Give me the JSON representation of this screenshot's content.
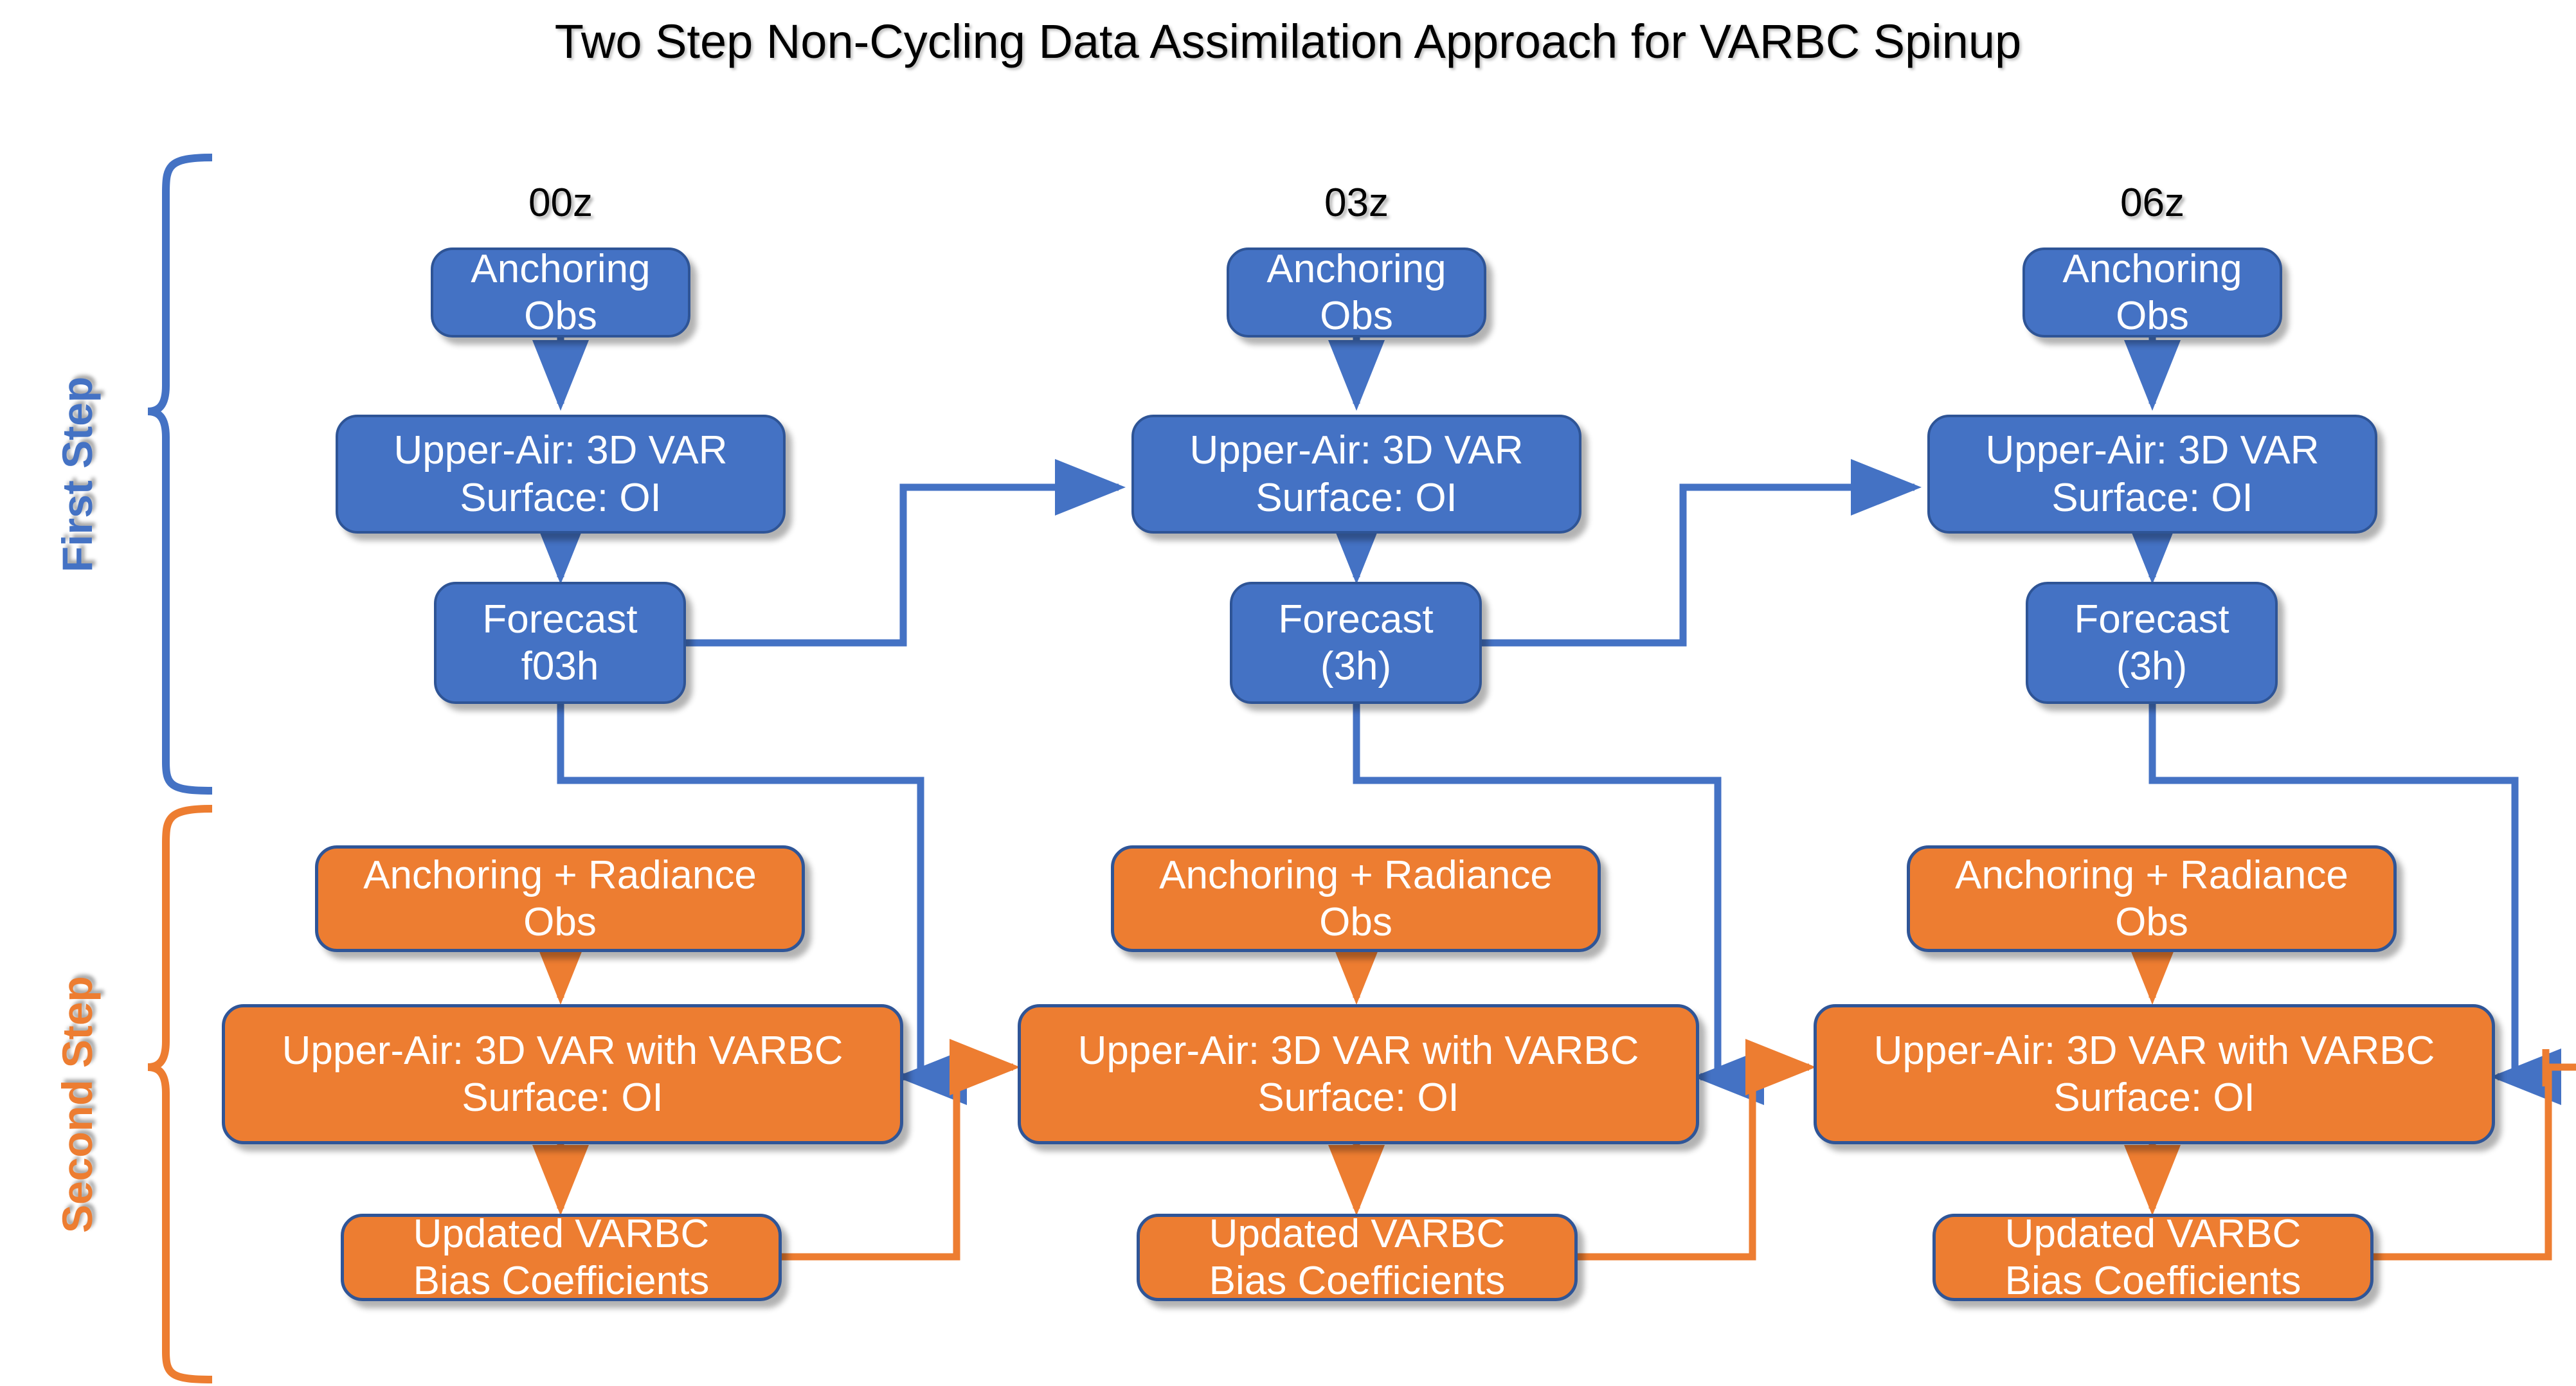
{
  "title": "Two Step Non-Cycling Data Assimilation Approach for VARBC Spinup",
  "step_labels": {
    "first": "First Step",
    "second": "Second Step"
  },
  "colors": {
    "blue_fill": "#4472C4",
    "blue_border": "#2E5496",
    "orange_fill": "#ED7D31",
    "orange_border": "#2F5597",
    "title_text": "#000000",
    "node_text": "#FFFFFF"
  },
  "columns": [
    {
      "time_label": "00z"
    },
    {
      "time_label": "03z"
    },
    {
      "time_label": "06z"
    }
  ],
  "first_step": {
    "cycles": [
      {
        "obs": {
          "line1": "Anchoring",
          "line2": "Obs"
        },
        "analysis": {
          "line1": "Upper-Air: 3D VAR",
          "line2": "Surface: OI"
        },
        "forecast": {
          "line1": "Forecast",
          "line2": "f03h"
        }
      },
      {
        "obs": {
          "line1": "Anchoring",
          "line2": "Obs"
        },
        "analysis": {
          "line1": "Upper-Air: 3D VAR",
          "line2": "Surface: OI"
        },
        "forecast": {
          "line1": "Forecast",
          "line2": "(3h)"
        }
      },
      {
        "obs": {
          "line1": "Anchoring",
          "line2": "Obs"
        },
        "analysis": {
          "line1": "Upper-Air: 3D VAR",
          "line2": "Surface: OI"
        },
        "forecast": {
          "line1": "Forecast",
          "line2": "(3h)"
        }
      }
    ]
  },
  "second_step": {
    "cycles": [
      {
        "obs": {
          "line1": "Anchoring + Radiance",
          "line2": "Obs"
        },
        "analysis": {
          "line1": "Upper-Air: 3D VAR with VARBC",
          "line2": "Surface: OI"
        },
        "output": {
          "line1": "Updated VARBC",
          "line2": "Bias Coefficients"
        }
      },
      {
        "obs": {
          "line1": "Anchoring + Radiance",
          "line2": "Obs"
        },
        "analysis": {
          "line1": "Upper-Air: 3D VAR with VARBC",
          "line2": "Surface: OI"
        },
        "output": {
          "line1": "Updated VARBC",
          "line2": "Bias Coefficients"
        }
      },
      {
        "obs": {
          "line1": "Anchoring + Radiance",
          "line2": "Obs"
        },
        "analysis": {
          "line1": "Upper-Air: 3D VAR with VARBC",
          "line2": "Surface: OI"
        },
        "output": {
          "line1": "Updated VARBC",
          "line2": "Bias Coefficients"
        }
      }
    ]
  }
}
